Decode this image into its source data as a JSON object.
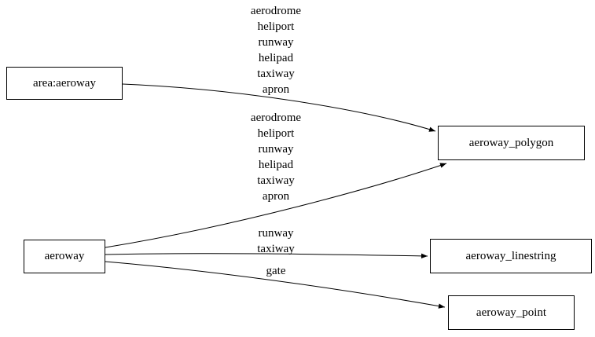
{
  "diagram": {
    "nodes": {
      "area_aeroway": {
        "label": "area:aeroway"
      },
      "aeroway": {
        "label": "aeroway"
      },
      "aeroway_polygon": {
        "label": "aeroway_polygon"
      },
      "aeroway_linestring": {
        "label": "aeroway_linestring"
      },
      "aeroway_point": {
        "label": "aeroway_point"
      }
    },
    "edges": [
      {
        "from": "area:aeroway",
        "to": "aeroway_polygon",
        "label": "aerodrome\nheliport\nrunway\nhelipad\ntaxiway\napron"
      },
      {
        "from": "aeroway",
        "to": "aeroway_polygon",
        "label": "aerodrome\nheliport\nrunway\nhelipad\ntaxiway\napron"
      },
      {
        "from": "aeroway",
        "to": "aeroway_linestring",
        "label": "runway\ntaxiway"
      },
      {
        "from": "aeroway",
        "to": "aeroway_point",
        "label": "gate"
      }
    ],
    "colors": {
      "line": "#000000",
      "background": "#ffffff",
      "text": "#000000"
    }
  }
}
